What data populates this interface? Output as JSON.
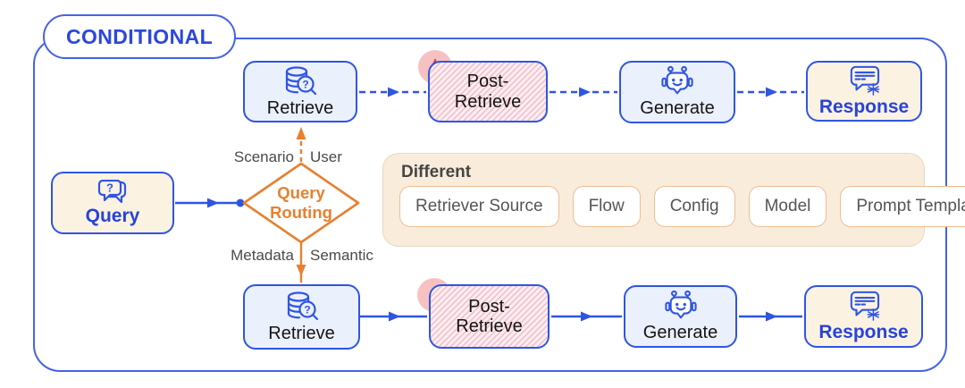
{
  "title": "CONDITIONAL",
  "query": {
    "label": "Query"
  },
  "router": {
    "label": "Query Routing"
  },
  "branches": {
    "scenario": "Scenario",
    "user": "User",
    "metadata": "Metadata",
    "semantic": "Semantic"
  },
  "top_flow": {
    "retrieve": "Retrieve",
    "post_retrieve": "Post-Retrieve",
    "generate": "Generate",
    "response": "Response"
  },
  "bottom_flow": {
    "retrieve": "Retrieve",
    "post_retrieve": "Post-Retrieve",
    "generate": "Generate",
    "response": "Response"
  },
  "different": {
    "title": "Different",
    "items": [
      "Retriever Source",
      "Flow",
      "Config",
      "Model",
      "Prompt Template"
    ]
  },
  "icons": {
    "question_glyph": "?"
  },
  "colors": {
    "blue": "#2F55E2",
    "outer_blue": "#4662E4",
    "orange": "#E8802F",
    "cream": "#FBF2E2",
    "lavender": "#EBF0FD",
    "hatch_pink": "#F2C3CE",
    "panel_tan": "#FAECDA",
    "pill_border_orange": "#F0BD92",
    "flame_red": "#E23B3B",
    "badge_pink": "#F5C2C1",
    "gray_label": "#4A4A4A"
  }
}
